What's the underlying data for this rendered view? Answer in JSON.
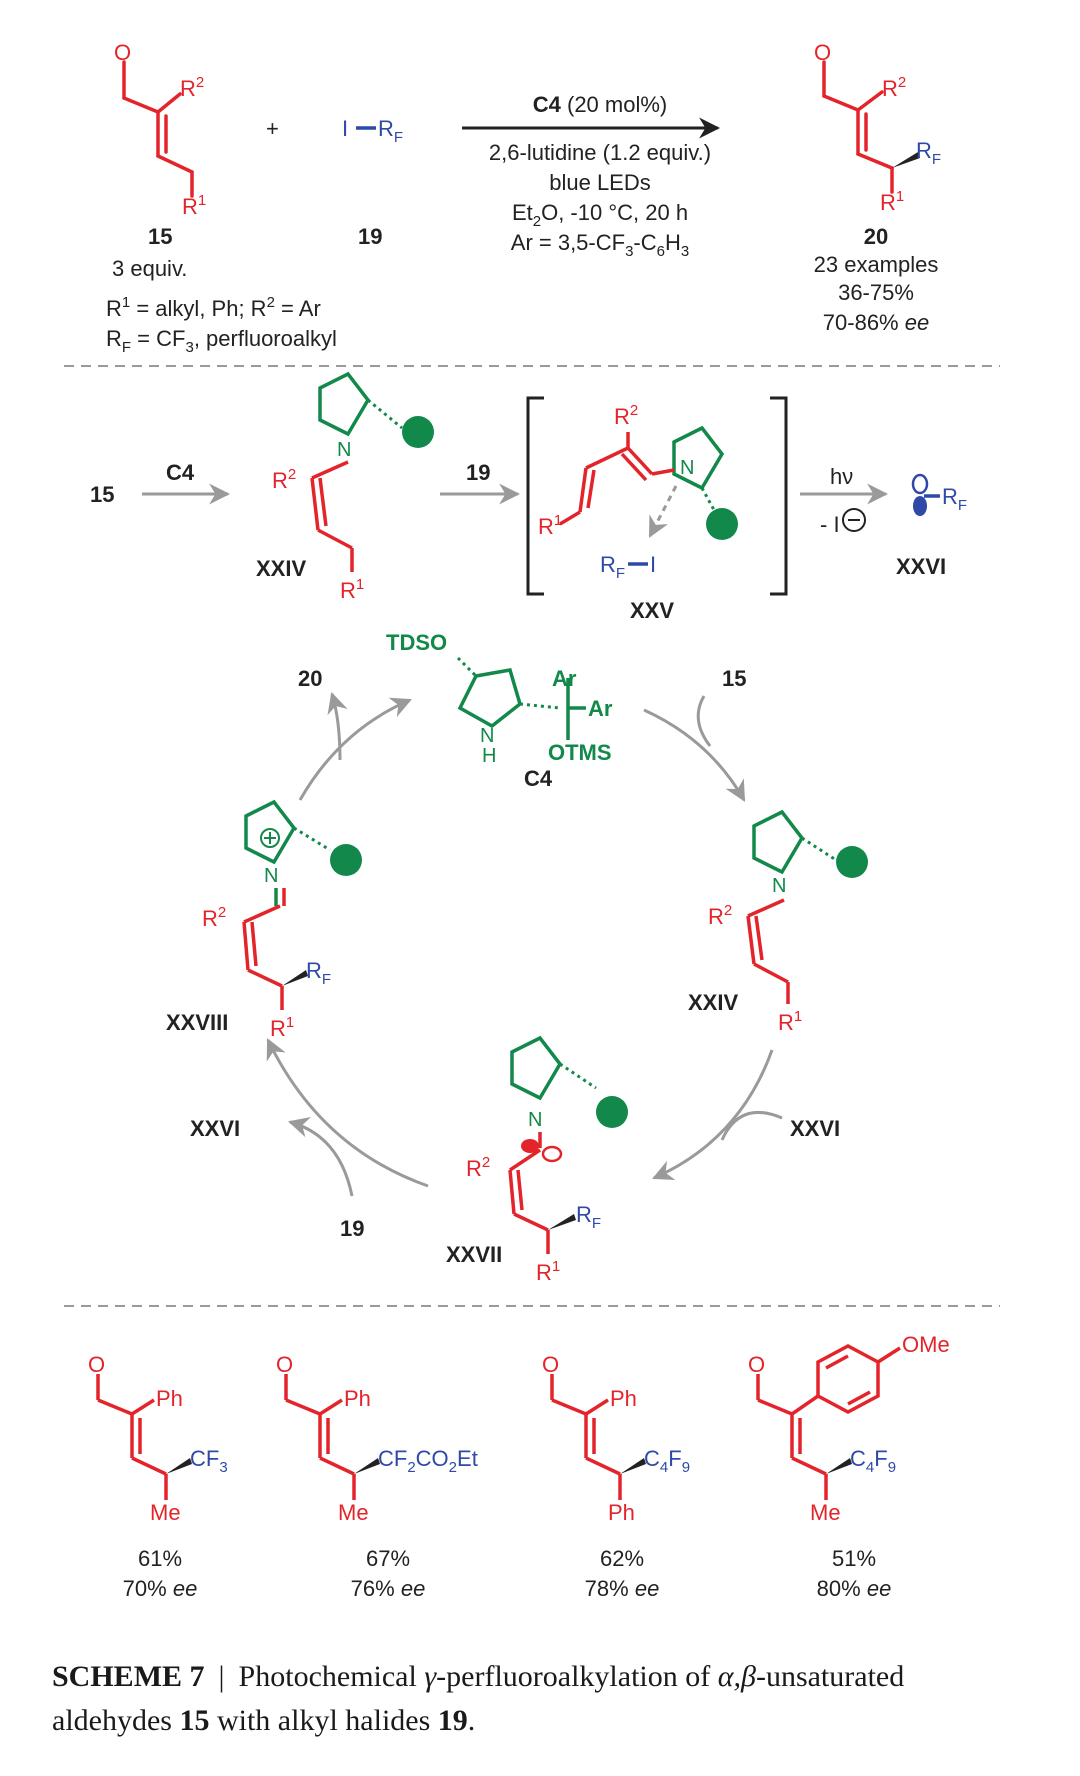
{
  "colors": {
    "red": "#e3242b",
    "green": "#12894a",
    "blue": "#2f49a8",
    "black": "#222222",
    "gray": "#9a9a9a"
  },
  "top": {
    "reactant_label": "15",
    "reactant_equiv": "3 equiv.",
    "reagent_label": "19",
    "plus": "+",
    "cond_catalyst_bold": "C4",
    "cond_catalyst_rest": " (20 mol%)",
    "cond_base": "2,6-lutidine (1.2 equiv.)",
    "cond_light": "blue LEDs",
    "cond_solvent": "Et",
    "cond_solvent_sub": "2",
    "cond_solvent_rest": "O, -10 °C, 20 h",
    "cond_ar_pre": "Ar = 3,5-CF",
    "cond_ar_sub1": "3",
    "cond_ar_mid": "-C",
    "cond_ar_sub2": "6",
    "cond_ar_h": "H",
    "cond_ar_sub3": "3",
    "product_label": "20",
    "product_examples": "23 examples",
    "product_yield": "36-75%",
    "product_ee": "70-86% ",
    "product_ee_italic": "ee",
    "def_r1": "R",
    "def_r1_sup": "1",
    "def_r1_text": " = alkyl, Ph; R",
    "def_r2_sup": "2",
    "def_r2_text": " = Ar",
    "def_rf": "R",
    "def_rf_sub": "F",
    "def_rf_text": " = CF",
    "def_rf_sub2": "3",
    "def_rf_text2": ", perfluoroalkyl"
  },
  "mechanism": {
    "start": "15",
    "arrow1": "C4",
    "xxiv": "XXIV",
    "arrow2": "19",
    "xxv": "XXV",
    "hv": "hν",
    "minus_i": "- I",
    "xxvi": "XXVI"
  },
  "cycle": {
    "catalyst": "C4",
    "tdso": "TDSO",
    "ar1": "Ar",
    "ar2": "Ar",
    "otms": "OTMS",
    "nh": "N",
    "h": "H",
    "out20": "20",
    "in15": "15",
    "xxiv": "XXIV",
    "xxvi_in": "XXVI",
    "xxvii": "XXVII",
    "in19": "19",
    "xxvi_out": "XXVI",
    "xxviii": "XXVIII"
  },
  "examples": [
    {
      "yield": "61%",
      "ee": "70% ",
      "ee_italic": "ee",
      "top": "Ph",
      "rf": "CF",
      "rf_sub": "3",
      "r1": "Me"
    },
    {
      "yield": "67%",
      "ee": "76% ",
      "ee_italic": "ee",
      "top": "Ph",
      "rf": "CF",
      "rf_sub": "2",
      "rf_more": "CO",
      "rf_sub2": "2",
      "rf_tail": "Et",
      "r1": "Me"
    },
    {
      "yield": "62%",
      "ee": "78% ",
      "ee_italic": "ee",
      "top": "Ph",
      "rf": "C",
      "rf_sub": "4",
      "rf_more": "F",
      "rf_sub2": "9",
      "r1": "Ph"
    },
    {
      "yield": "51%",
      "ee": "80% ",
      "ee_italic": "ee",
      "top": "OMe",
      "rf": "C",
      "rf_sub": "4",
      "rf_more": "F",
      "rf_sub2": "9",
      "r1": "Me"
    }
  ],
  "caption": {
    "label": "SCHEME 7",
    "separator": "|",
    "text1": "Photochemical ",
    "gamma": "γ",
    "text2": "-perfluoroalkylation of ",
    "alphabeta": "α,β",
    "text3": "-unsaturated aldehydes ",
    "bold15": "15",
    "text4": " with alkyl halides ",
    "bold19": "19",
    "text5": "."
  }
}
